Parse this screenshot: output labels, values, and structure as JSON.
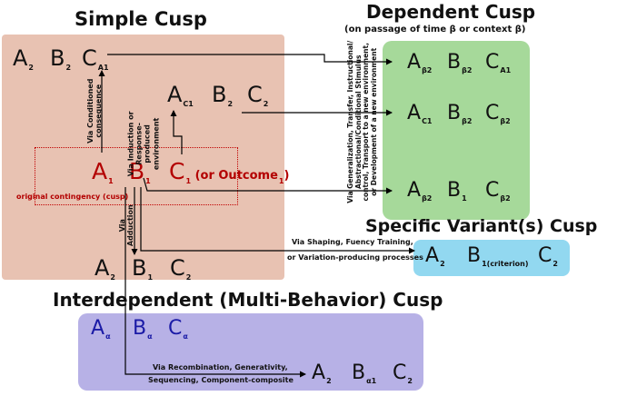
{
  "colors": {
    "simple_panel": "#e8c2b2",
    "dependent_panel": "#a6d99a",
    "variant_panel": "#92d8f0",
    "interdependent_panel": "#b7b1e6",
    "original_red": "#b30000",
    "interdep_blue": "#1a1aa6"
  },
  "simple": {
    "title": "Simple Cusp",
    "top_row": [
      {
        "main": "A",
        "sub": "2"
      },
      {
        "main": "B",
        "sub": "2"
      },
      {
        "main": "C",
        "sub": "A1"
      }
    ],
    "mid_row": [
      {
        "main": "A",
        "sub": "C1"
      },
      {
        "main": "B",
        "sub": "2"
      },
      {
        "main": "C",
        "sub": "2"
      }
    ],
    "original": [
      {
        "main": "A",
        "sub": "1"
      },
      {
        "main": "B",
        "sub": "1"
      },
      {
        "main": "C",
        "sub": "1",
        "suffix": " (or Outcome",
        "suffix_sub": "1",
        "close": ")"
      }
    ],
    "original_label": "original contingency (cusp)",
    "bottom_row": [
      {
        "main": "A",
        "sub": "2"
      },
      {
        "main": "B",
        "sub": "1"
      },
      {
        "main": "C",
        "sub": "2"
      }
    ],
    "via_conditioned": "Via Conditioned consequence",
    "via_induction": "Via Induction or Response-produced environment",
    "via_adduction": "Via Adduction"
  },
  "dependent": {
    "title": "Dependent Cusp",
    "subtitle": "(on passage of time β or context β)",
    "rows": [
      [
        {
          "main": "A",
          "sub": "β2"
        },
        {
          "main": "B",
          "sub": "β2"
        },
        {
          "main": "C",
          "sub": "A1"
        }
      ],
      [
        {
          "main": "A",
          "sub": "C1"
        },
        {
          "main": "B",
          "sub": "β2"
        },
        {
          "main": "C",
          "sub": "β2"
        }
      ],
      [
        {
          "main": "A",
          "sub": "β2"
        },
        {
          "main": "B",
          "sub": "1"
        },
        {
          "main": "C",
          "sub": "β2"
        }
      ]
    ],
    "via_label": "Via Generalization, Transfer, Instructional/ Abstractional/Conditional Stimulus control, Transport to a new environment, or Development of a new environment"
  },
  "variant": {
    "title": "Specific Variant(s) Cusp",
    "row": [
      {
        "main": "A",
        "sub": "2"
      },
      {
        "main": "B",
        "sub": "1(criterion)"
      },
      {
        "main": "C",
        "sub": "2"
      }
    ],
    "via_label_1": "Via Shaping, Fuency Training,",
    "via_label_2": "or Variation-producing processes"
  },
  "interdependent": {
    "title": "Interdependent (Multi-Behavior) Cusp",
    "row": [
      {
        "main": "A",
        "sub": "α"
      },
      {
        "main": "B",
        "sub": "α"
      },
      {
        "main": "C",
        "sub": "α"
      }
    ],
    "result_row": [
      {
        "main": "A",
        "sub": "2"
      },
      {
        "main": "B",
        "sub": "α1"
      },
      {
        "main": "C",
        "sub": "2"
      }
    ],
    "via_label_1": "Via Recombination, Generativity,",
    "via_label_2": "Sequencing, Component-composite"
  }
}
